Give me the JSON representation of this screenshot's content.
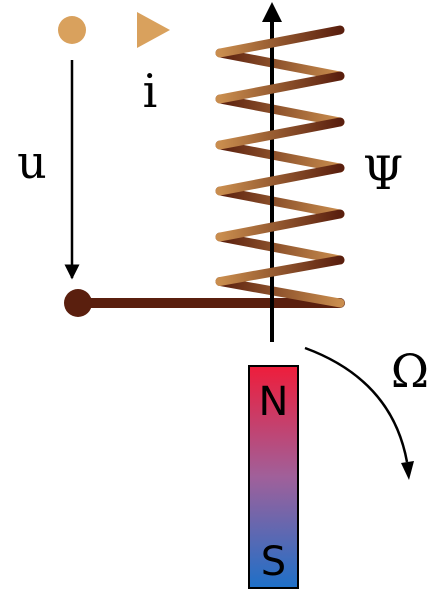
{
  "labels": {
    "current": "i",
    "voltage": "u",
    "flux": "Ψ",
    "angular_speed": "Ω"
  },
  "magnet": {
    "north_label": "N",
    "south_label": "S",
    "north_color": "#ee1d3b",
    "mid_color": "#a0609a",
    "south_color": "#1e70c8"
  },
  "colors": {
    "wire_top": "#d9a15d",
    "wire_bottom": "#5a1f0e",
    "coil_light": "#c98d4e",
    "coil_dark": "#5a1f0e",
    "axis": "#000000"
  }
}
